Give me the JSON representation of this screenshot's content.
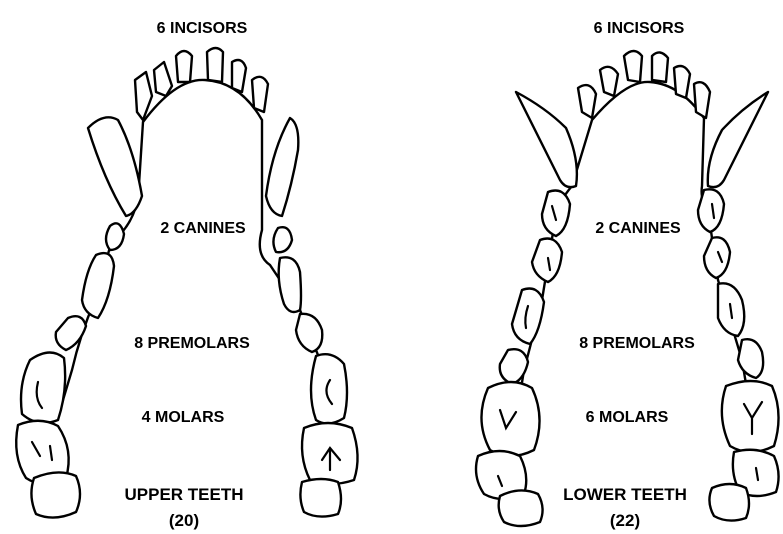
{
  "upper": {
    "incisors": "6 INCISORS",
    "canines": "2 CANINES",
    "premolars": "8 PREMOLARS",
    "molars": "4 MOLARS",
    "title": "UPPER TEETH",
    "count": "(20)"
  },
  "lower": {
    "incisors": "6 INCISORS",
    "canines": "2 CANINES",
    "premolars": "8 PREMOLARS",
    "molars": "6 MOLARS",
    "title": "LOWER TEETH",
    "count": "(22)"
  }
}
